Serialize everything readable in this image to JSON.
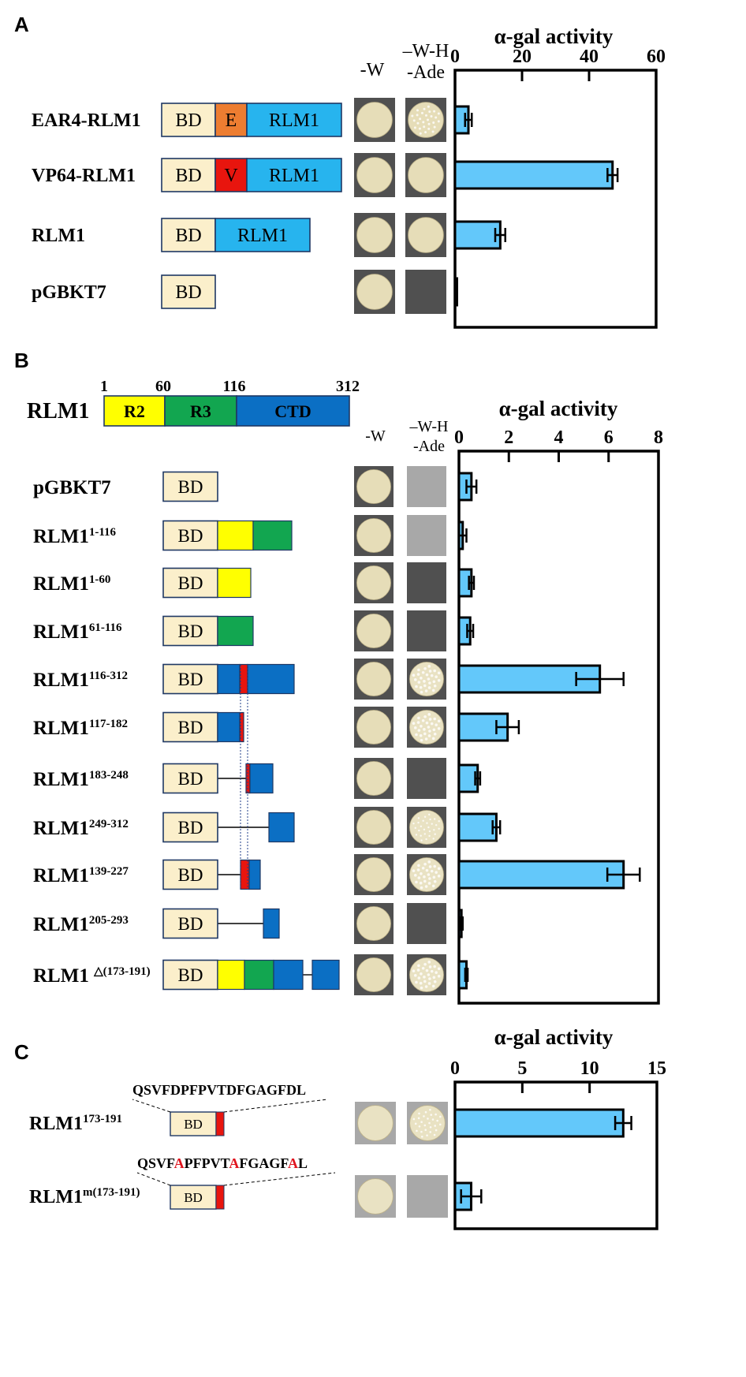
{
  "colors": {
    "bd_fill": "#FBEFCB",
    "ear4": "#ED7D31",
    "vp64": "#E8150E",
    "rlm1_light": "#27B4EE",
    "r2": "#FFFF00",
    "r3": "#12A650",
    "ctd": "#0B6FC4",
    "motif_red": "#E8150E",
    "bar_fill": "#63C8FA",
    "colony": "#E6DDB8",
    "colony_light": "#E9E2C3",
    "plate_dark": "#505050",
    "plate_gray": "#A8A8A8",
    "mutation_red": "#E0141E"
  },
  "panel_a": {
    "letter": "A",
    "col_w": "-W",
    "col_whade": [
      "–W-H",
      "-Ade"
    ],
    "chart_title": "α-gal activity",
    "rows": [
      {
        "label": "EAR4-RLM1",
        "bd": "BD",
        "tag": "E",
        "domain": "RLM1",
        "growth_whade": "full"
      },
      {
        "label": "VP64-RLM1",
        "bd": "BD",
        "tag": "V",
        "domain": "RLM1",
        "growth_whade": "full"
      },
      {
        "label": "RLM1",
        "bd": "BD",
        "domain": "RLM1",
        "growth_whade": "full"
      },
      {
        "label": "pGBKT7",
        "bd": "BD",
        "growth_whade": "none"
      }
    ]
  },
  "panel_b": {
    "letter": "B",
    "protein_name": "RLM1",
    "positions": [
      "1",
      "60",
      "116",
      "312"
    ],
    "domains": [
      "R2",
      "R3",
      "CTD"
    ],
    "col_w": "-W",
    "col_whade": [
      "–W-H",
      "-Ade"
    ],
    "chart_title": "α-gal activity",
    "rows": [
      {
        "base": "pGBKT7",
        "sup": "",
        "bd": "BD"
      },
      {
        "base": "RLM1",
        "sup": "1-116",
        "bd": "BD"
      },
      {
        "base": "RLM1",
        "sup": "1-60",
        "bd": "BD"
      },
      {
        "base": "RLM1",
        "sup": "61-116",
        "bd": "BD"
      },
      {
        "base": "RLM1",
        "sup": "116-312",
        "bd": "BD"
      },
      {
        "base": "RLM1",
        "sup": "117-182",
        "bd": "BD"
      },
      {
        "base": "RLM1",
        "sup": "183-248",
        "bd": "BD"
      },
      {
        "base": "RLM1",
        "sup": "249-312",
        "bd": "BD"
      },
      {
        "base": "RLM1",
        "sup": "139-227",
        "bd": "BD"
      },
      {
        "base": "RLM1",
        "sup": "205-293",
        "bd": "BD"
      },
      {
        "base": "RLM1 ",
        "sup": "△(173-191)",
        "bd": "BD"
      }
    ]
  },
  "panel_c": {
    "letter": "C",
    "chart_title": "α-gal activity",
    "rows": [
      {
        "base": "RLM1",
        "sup": "173-191",
        "bd": "BD",
        "peptide": [
          {
            "t": "QSVFDPFPVTDFGAGFDL",
            "mut": false
          }
        ]
      },
      {
        "base": "RLM1",
        "sup": "m(173-191)",
        "bd": "BD",
        "peptide": [
          {
            "t": "QSVF",
            "mut": false
          },
          {
            "t": "A",
            "mut": true
          },
          {
            "t": "PFPVT",
            "mut": false
          },
          {
            "t": "A",
            "mut": true
          },
          {
            "t": "FGAGF",
            "mut": false
          },
          {
            "t": "A",
            "mut": true
          },
          {
            "t": "L",
            "mut": false
          }
        ]
      }
    ]
  },
  "chart_data": [
    {
      "type": "bar",
      "orientation": "horizontal",
      "title": "α-gal activity",
      "categories": [
        "EAR4-RLM1",
        "VP64-RLM1",
        "RLM1",
        "pGBKT7"
      ],
      "values": [
        4,
        47,
        13.5,
        0.2
      ],
      "errors": [
        1,
        1.5,
        1.5,
        0
      ],
      "xlim": [
        0,
        60
      ],
      "ticks": [
        0,
        20,
        40,
        60
      ],
      "tick_labels": [
        "0",
        "20",
        "40",
        "60"
      ]
    },
    {
      "type": "bar",
      "orientation": "horizontal",
      "title": "α-gal activity",
      "categories": [
        "pGBKT7",
        "RLM1 1-116",
        "RLM1 1-60",
        "RLM1 61-116",
        "RLM1 116-312",
        "RLM1 117-182",
        "RLM1 183-248",
        "RLM1 249-312",
        "RLM1 139-227",
        "RLM1 205-293",
        "RLM1 △(173-191)"
      ],
      "values": [
        0.5,
        0.15,
        0.5,
        0.45,
        5.65,
        1.95,
        0.75,
        1.5,
        6.6,
        0.1,
        0.3
      ],
      "errors": [
        0.2,
        0.15,
        0.1,
        0.12,
        0.95,
        0.45,
        0.1,
        0.15,
        0.65,
        0.05,
        0.05
      ],
      "xlim": [
        0,
        8
      ],
      "ticks": [
        0,
        2,
        4,
        6,
        8
      ],
      "tick_labels": [
        "0",
        "2",
        "4",
        "6",
        "8"
      ]
    },
    {
      "type": "bar",
      "orientation": "horizontal",
      "title": "α-gal activity",
      "categories": [
        "RLM1 173-191",
        "RLM1 m(173-191)"
      ],
      "values": [
        12.5,
        1.2
      ],
      "errors": [
        0.6,
        0.75
      ],
      "xlim": [
        0,
        15
      ],
      "ticks": [
        0,
        5,
        10,
        15
      ],
      "tick_labels": [
        "0",
        "5",
        "10",
        "15"
      ]
    }
  ]
}
